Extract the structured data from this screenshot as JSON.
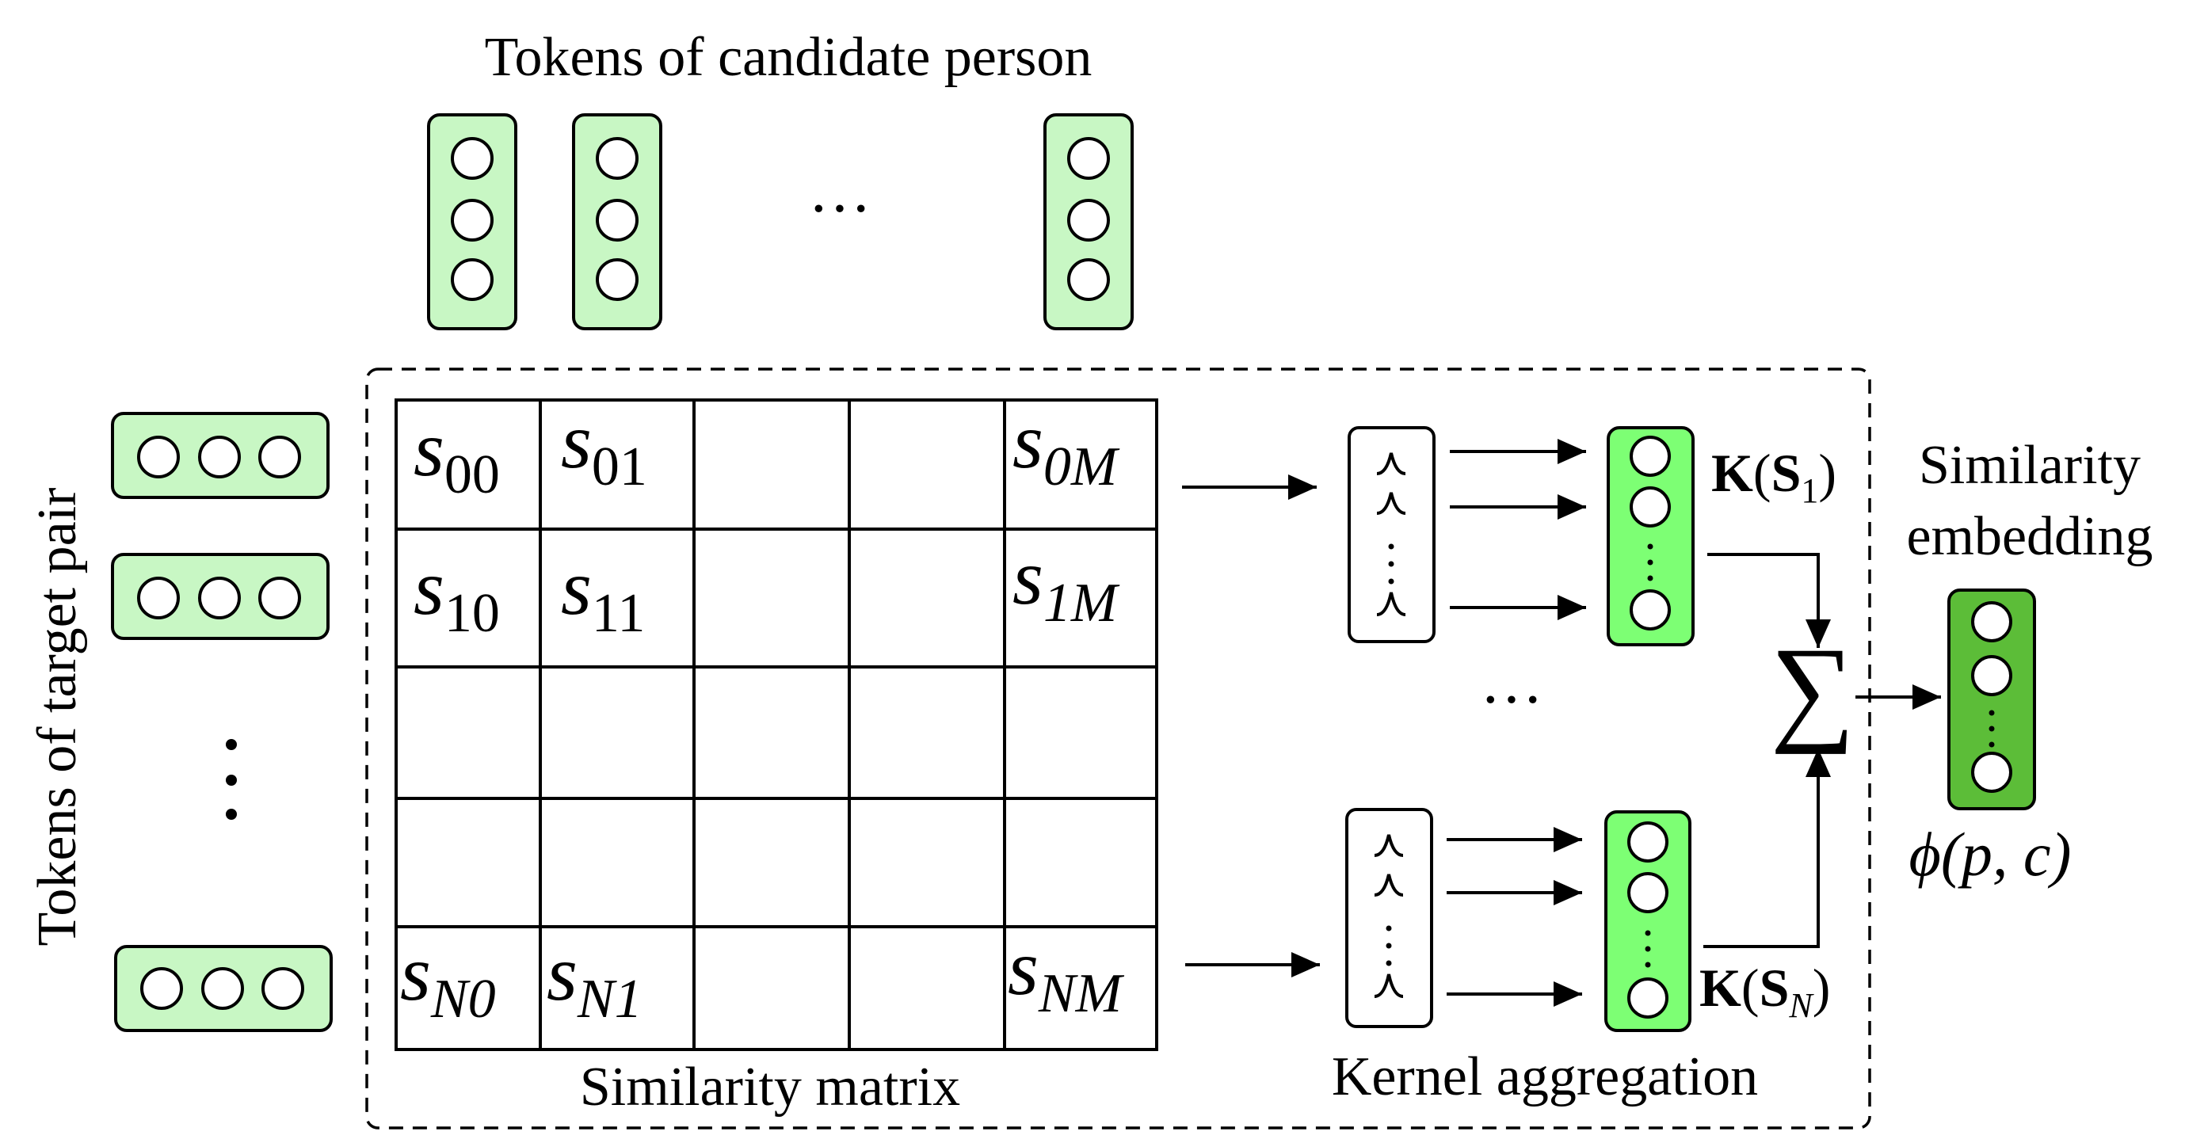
{
  "labels": {
    "candidate_tokens": "Tokens of candidate person",
    "target_tokens": "Tokens of target pair",
    "similarity_matrix": "Similarity matrix",
    "kernel_aggregation": "Kernel aggregation",
    "similarity_embedding_line1": "Similarity",
    "similarity_embedding_line2": "embedding",
    "output_symbol": "ϕ(p, c)",
    "sum_symbol": "∑",
    "kernel_top": {
      "bold": "K",
      "open": "(",
      "s": "S",
      "sub": "1",
      "close": ")"
    },
    "kernel_bottom": {
      "bold": "K",
      "open": "(",
      "s": "S",
      "sub": "N",
      "close": ")"
    },
    "ellipsis": "···"
  },
  "matrix": {
    "row0": [
      {
        "s": "s",
        "sub": "00"
      },
      {
        "s": "s",
        "sub": "01"
      },
      null,
      null,
      {
        "s": "s",
        "sub": "0M"
      }
    ],
    "row1": [
      {
        "s": "s",
        "sub": "10"
      },
      {
        "s": "s",
        "sub": "11"
      },
      null,
      null,
      {
        "s": "s",
        "sub": "1M"
      }
    ],
    "rowN": [
      {
        "s": "s",
        "sub": "N0"
      },
      {
        "s": "s",
        "sub": "N1"
      },
      null,
      null,
      {
        "s": "s",
        "sub": "NM"
      }
    ]
  },
  "colors": {
    "token_light_green": "#c8f7c4",
    "kernel_bright_green": "#7dff74",
    "embedding_dark_green": "#5cbd38"
  }
}
